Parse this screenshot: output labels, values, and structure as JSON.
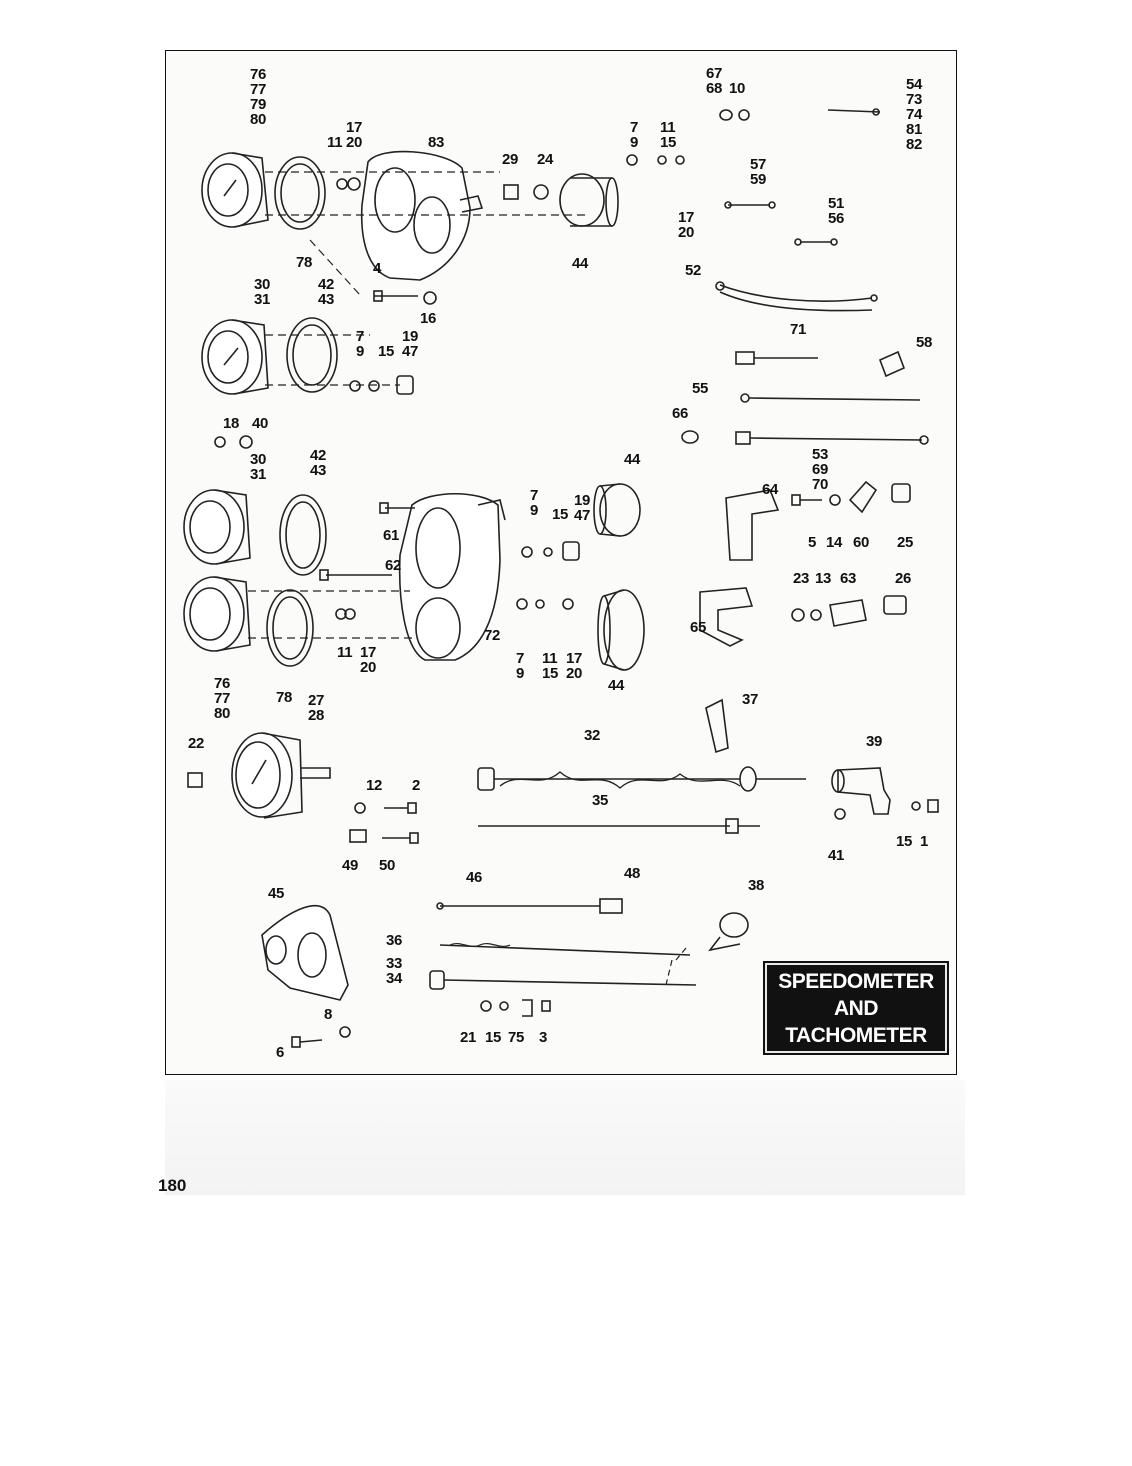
{
  "page_number": "180",
  "title": {
    "line1": "SPEEDOMETER",
    "line2": "AND",
    "line3": "TACHOMETER"
  },
  "callouts": [
    {
      "id": "c76a",
      "text": "76"
    },
    {
      "id": "c77a",
      "text": "77"
    },
    {
      "id": "c79",
      "text": "79"
    },
    {
      "id": "c80a",
      "text": "80"
    },
    {
      "id": "c11a",
      "text": "11"
    },
    {
      "id": "c17a",
      "text": "17"
    },
    {
      "id": "c20a",
      "text": "20"
    },
    {
      "id": "c83",
      "text": "83"
    },
    {
      "id": "c29",
      "text": "29"
    },
    {
      "id": "c24",
      "text": "24"
    },
    {
      "id": "c7a",
      "text": "7"
    },
    {
      "id": "c9a",
      "text": "9"
    },
    {
      "id": "c11b",
      "text": "11"
    },
    {
      "id": "c15a",
      "text": "15"
    },
    {
      "id": "c67",
      "text": "67"
    },
    {
      "id": "c68",
      "text": "68"
    },
    {
      "id": "c10",
      "text": "10"
    },
    {
      "id": "c54",
      "text": "54"
    },
    {
      "id": "c73",
      "text": "73"
    },
    {
      "id": "c74",
      "text": "74"
    },
    {
      "id": "c81",
      "text": "81"
    },
    {
      "id": "c82",
      "text": "82"
    },
    {
      "id": "c57",
      "text": "57"
    },
    {
      "id": "c59",
      "text": "59"
    },
    {
      "id": "c17b",
      "text": "17"
    },
    {
      "id": "c20b",
      "text": "20"
    },
    {
      "id": "c51",
      "text": "51"
    },
    {
      "id": "c56",
      "text": "56"
    },
    {
      "id": "c78a",
      "text": "78"
    },
    {
      "id": "c44a",
      "text": "44"
    },
    {
      "id": "c52",
      "text": "52"
    },
    {
      "id": "c4",
      "text": "4"
    },
    {
      "id": "c30a",
      "text": "30"
    },
    {
      "id": "c31a",
      "text": "31"
    },
    {
      "id": "c42a",
      "text": "42"
    },
    {
      "id": "c43a",
      "text": "43"
    },
    {
      "id": "c16",
      "text": "16"
    },
    {
      "id": "c71",
      "text": "71"
    },
    {
      "id": "c58",
      "text": "58"
    },
    {
      "id": "c7b",
      "text": "7"
    },
    {
      "id": "c9b",
      "text": "9"
    },
    {
      "id": "c15b",
      "text": "15"
    },
    {
      "id": "c19a",
      "text": "19"
    },
    {
      "id": "c47a",
      "text": "47"
    },
    {
      "id": "c55",
      "text": "55"
    },
    {
      "id": "c66",
      "text": "66"
    },
    {
      "id": "c18",
      "text": "18"
    },
    {
      "id": "c40",
      "text": "40"
    },
    {
      "id": "c30b",
      "text": "30"
    },
    {
      "id": "c31b",
      "text": "31"
    },
    {
      "id": "c42b",
      "text": "42"
    },
    {
      "id": "c43b",
      "text": "43"
    },
    {
      "id": "c44b",
      "text": "44"
    },
    {
      "id": "c53",
      "text": "53"
    },
    {
      "id": "c69",
      "text": "69"
    },
    {
      "id": "c70",
      "text": "70"
    },
    {
      "id": "c64",
      "text": "64"
    },
    {
      "id": "c7c",
      "text": "7"
    },
    {
      "id": "c9c",
      "text": "9"
    },
    {
      "id": "c15c",
      "text": "15"
    },
    {
      "id": "c19b",
      "text": "19"
    },
    {
      "id": "c47b",
      "text": "47"
    },
    {
      "id": "c61",
      "text": "61"
    },
    {
      "id": "c5",
      "text": "5"
    },
    {
      "id": "c14",
      "text": "14"
    },
    {
      "id": "c60",
      "text": "60"
    },
    {
      "id": "c25",
      "text": "25"
    },
    {
      "id": "c62",
      "text": "62"
    },
    {
      "id": "c23",
      "text": "23"
    },
    {
      "id": "c13",
      "text": "13"
    },
    {
      "id": "c63",
      "text": "63"
    },
    {
      "id": "c26",
      "text": "26"
    },
    {
      "id": "c65",
      "text": "65"
    },
    {
      "id": "c11c",
      "text": "11"
    },
    {
      "id": "c17c",
      "text": "17"
    },
    {
      "id": "c20c",
      "text": "20"
    },
    {
      "id": "c72",
      "text": "72"
    },
    {
      "id": "c7d",
      "text": "7"
    },
    {
      "id": "c9d",
      "text": "9"
    },
    {
      "id": "c11d",
      "text": "11"
    },
    {
      "id": "c15d",
      "text": "15"
    },
    {
      "id": "c17d",
      "text": "17"
    },
    {
      "id": "c20d",
      "text": "20"
    },
    {
      "id": "c76b",
      "text": "76"
    },
    {
      "id": "c77b",
      "text": "77"
    },
    {
      "id": "c80b",
      "text": "80"
    },
    {
      "id": "c78b",
      "text": "78"
    },
    {
      "id": "c27",
      "text": "27"
    },
    {
      "id": "c28",
      "text": "28"
    },
    {
      "id": "c44c",
      "text": "44"
    },
    {
      "id": "c37",
      "text": "37"
    },
    {
      "id": "c22",
      "text": "22"
    },
    {
      "id": "c32",
      "text": "32"
    },
    {
      "id": "c39",
      "text": "39"
    },
    {
      "id": "c12",
      "text": "12"
    },
    {
      "id": "c2",
      "text": "2"
    },
    {
      "id": "c35",
      "text": "35"
    },
    {
      "id": "c15e",
      "text": "15"
    },
    {
      "id": "c1",
      "text": "1"
    },
    {
      "id": "c41",
      "text": "41"
    },
    {
      "id": "c49",
      "text": "49"
    },
    {
      "id": "c50",
      "text": "50"
    },
    {
      "id": "c48",
      "text": "48"
    },
    {
      "id": "c46",
      "text": "46"
    },
    {
      "id": "c45",
      "text": "45"
    },
    {
      "id": "c38",
      "text": "38"
    },
    {
      "id": "c36",
      "text": "36"
    },
    {
      "id": "c33",
      "text": "33"
    },
    {
      "id": "c34",
      "text": "34"
    },
    {
      "id": "c8",
      "text": "8"
    },
    {
      "id": "c6",
      "text": "6"
    },
    {
      "id": "c21",
      "text": "21"
    },
    {
      "id": "c15f",
      "text": "15"
    },
    {
      "id": "c75",
      "text": "75"
    },
    {
      "id": "c3",
      "text": "3"
    }
  ]
}
